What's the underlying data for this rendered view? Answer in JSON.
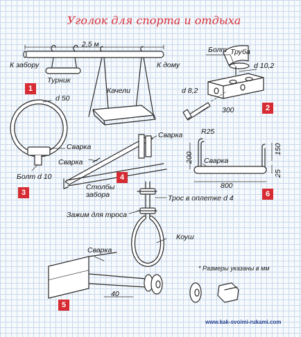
{
  "title": "Уголок для спорта и отдыха",
  "labels": {
    "length_2_5m": "2,5 м",
    "to_fence": "К забору",
    "to_house": "К дому",
    "bar": "Турник",
    "swing": "Качели",
    "d50": "d 50",
    "weld_ring": "Сварка",
    "bolt_d10": "Болт d 10",
    "bolt": "Болт",
    "pipe": "Труба",
    "d10_2": "d 10,2",
    "d8_2": "d 8,2",
    "len_300": "300",
    "weld_bar": "Сварка",
    "fence_posts_1": "Столбы",
    "fence_posts_2": "забора",
    "r25": "R25",
    "dim_200": "200",
    "weld_hook": "Сварка",
    "dim_150": "150",
    "dim_25": "25",
    "dim_800": "800",
    "rope_sheath": "Трос в оплетке d 4",
    "rope_clamp": "Зажим для троса",
    "thimble": "Коуш",
    "weld_base": "Сварка",
    "dim_40": "40",
    "note": "* Размеры указаны в мм"
  },
  "badges": [
    "1",
    "2",
    "3",
    "4",
    "5",
    "6"
  ],
  "website": "www.kak-svoimi-rukami.com",
  "colors": {
    "accent": "#d62b32",
    "title": "#d9303a",
    "grid": "#c9d8ea",
    "ink": "#2a2a2a"
  }
}
